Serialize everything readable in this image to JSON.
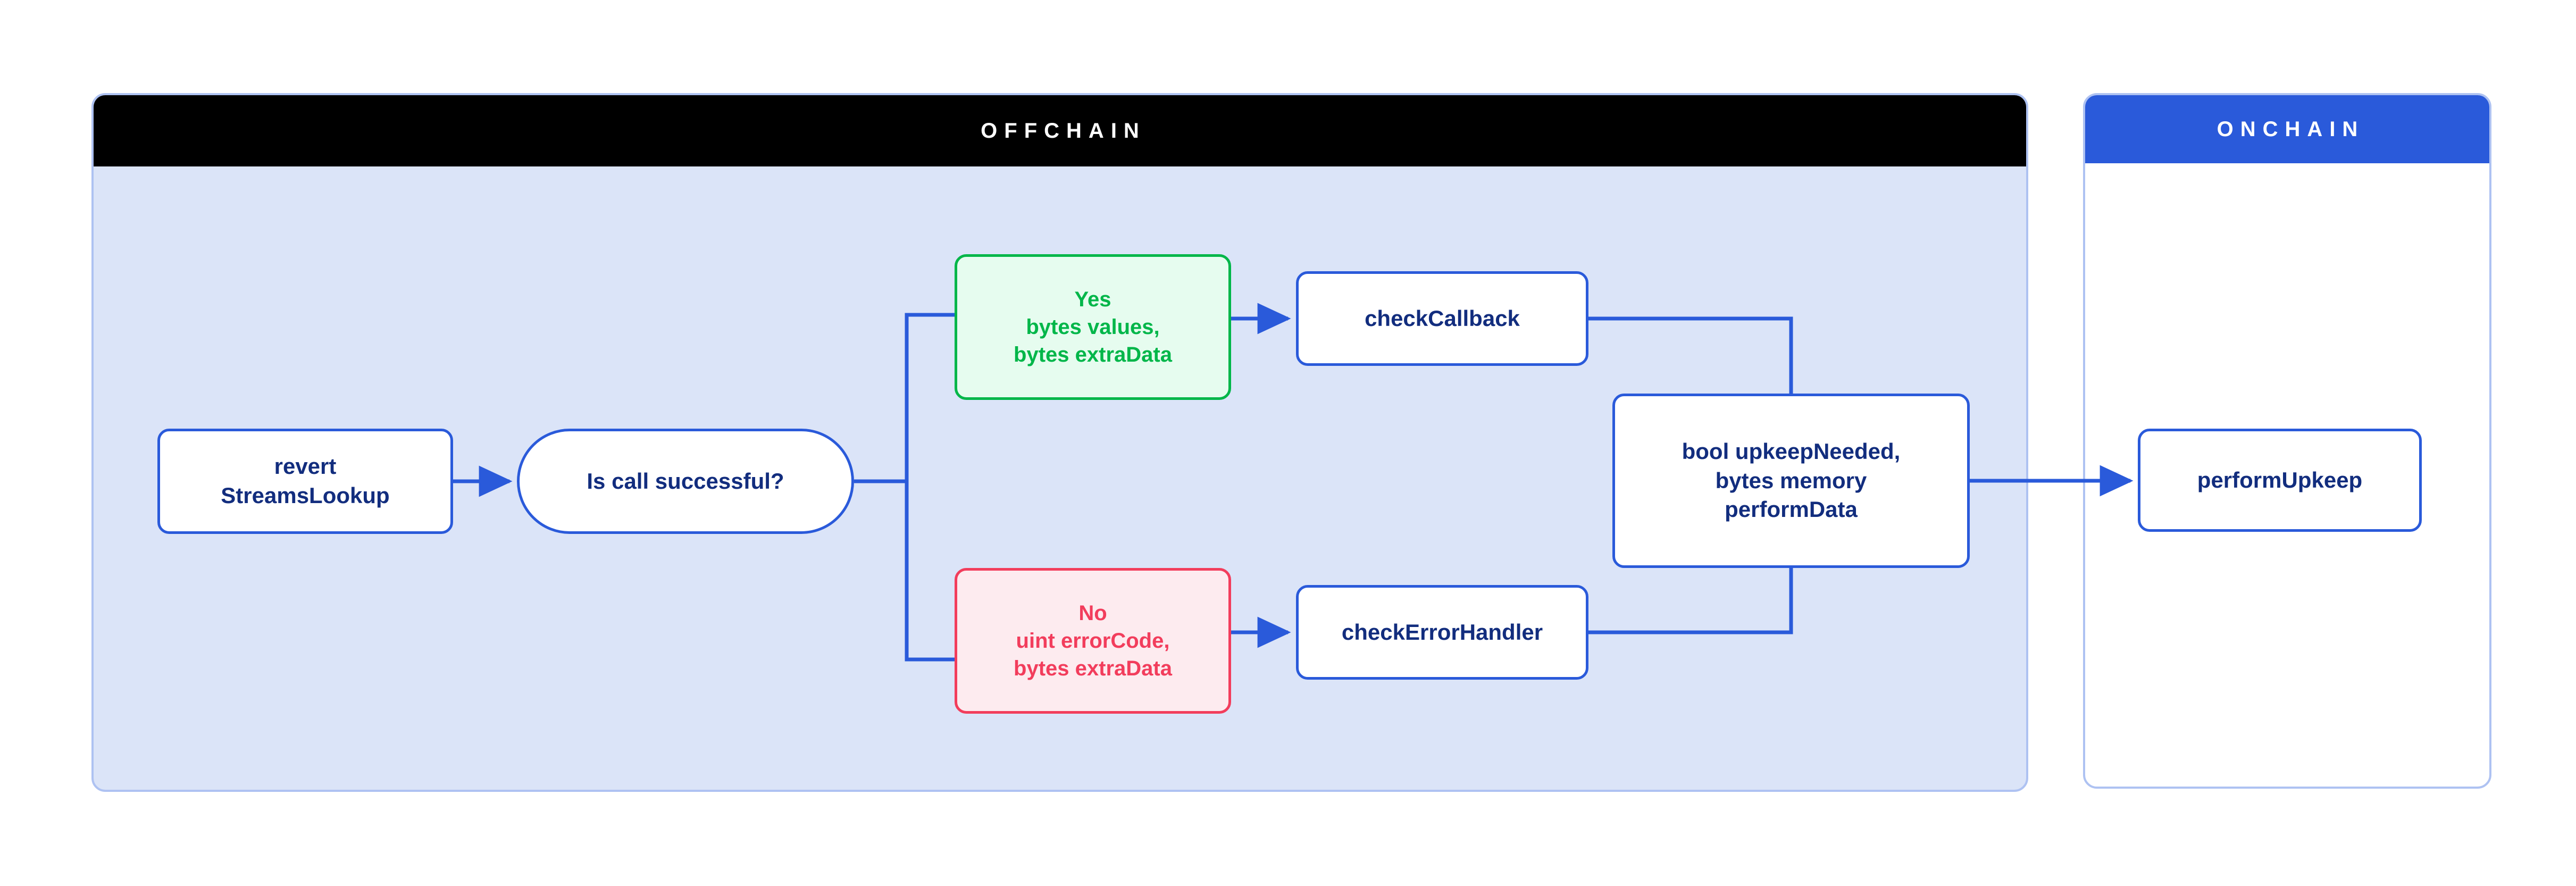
{
  "panels": {
    "offchain": {
      "title": "OFFCHAIN",
      "header_bg": "#000000",
      "body_bg": "#DBE4F8",
      "border": "#AEC2F2"
    },
    "onchain": {
      "title": "ONCHAIN",
      "header_bg": "#2A5ADA",
      "body_bg": "#FFFFFF",
      "border": "#AEC2F2"
    }
  },
  "colors": {
    "blue": "#2A5ADA",
    "navy_text": "#122D7E",
    "green": "#00B649",
    "green_bg": "#E6FCEF",
    "red": "#F23D5C",
    "red_bg": "#FDEBEF",
    "panel_bg": "#DBE4F8",
    "panel_border": "#AEC2F2"
  },
  "nodes": {
    "revert": {
      "label": "revert\nStreamsLookup",
      "shape": "rounded-rect",
      "panel": "offchain"
    },
    "decision": {
      "label": "Is call successful?",
      "shape": "pill",
      "panel": "offchain"
    },
    "yes": {
      "label": "Yes\nbytes values,\nbytes extraData",
      "shape": "rounded-rect",
      "panel": "offchain",
      "variant": "green"
    },
    "no": {
      "label": "No\nuint errorCode,\nbytes extraData",
      "shape": "rounded-rect",
      "panel": "offchain",
      "variant": "red"
    },
    "checkCallback": {
      "label": "checkCallback",
      "shape": "rounded-rect",
      "panel": "offchain"
    },
    "checkErrorHandler": {
      "label": "checkErrorHandler",
      "shape": "rounded-rect",
      "panel": "offchain"
    },
    "upkeepNeeded": {
      "label": "bool upkeepNeeded,\nbytes memory\nperformData",
      "shape": "rounded-rect",
      "panel": "offchain"
    },
    "performUpkeep": {
      "label": "performUpkeep",
      "shape": "rounded-rect",
      "panel": "onchain"
    }
  },
  "edges": [
    {
      "from": "revert",
      "to": "decision",
      "arrow": true,
      "style": "straight"
    },
    {
      "from": "decision",
      "to": "yes",
      "arrow": false,
      "style": "elbow-up"
    },
    {
      "from": "decision",
      "to": "no",
      "arrow": false,
      "style": "elbow-down"
    },
    {
      "from": "yes",
      "to": "checkCallback",
      "arrow": true,
      "style": "straight"
    },
    {
      "from": "no",
      "to": "checkErrorHandler",
      "arrow": true,
      "style": "straight"
    },
    {
      "from": "checkCallback",
      "to": "upkeepNeeded",
      "arrow": false,
      "style": "elbow-down"
    },
    {
      "from": "checkErrorHandler",
      "to": "upkeepNeeded",
      "arrow": false,
      "style": "elbow-up"
    },
    {
      "from": "upkeepNeeded",
      "to": "performUpkeep",
      "arrow": true,
      "style": "straight"
    }
  ]
}
